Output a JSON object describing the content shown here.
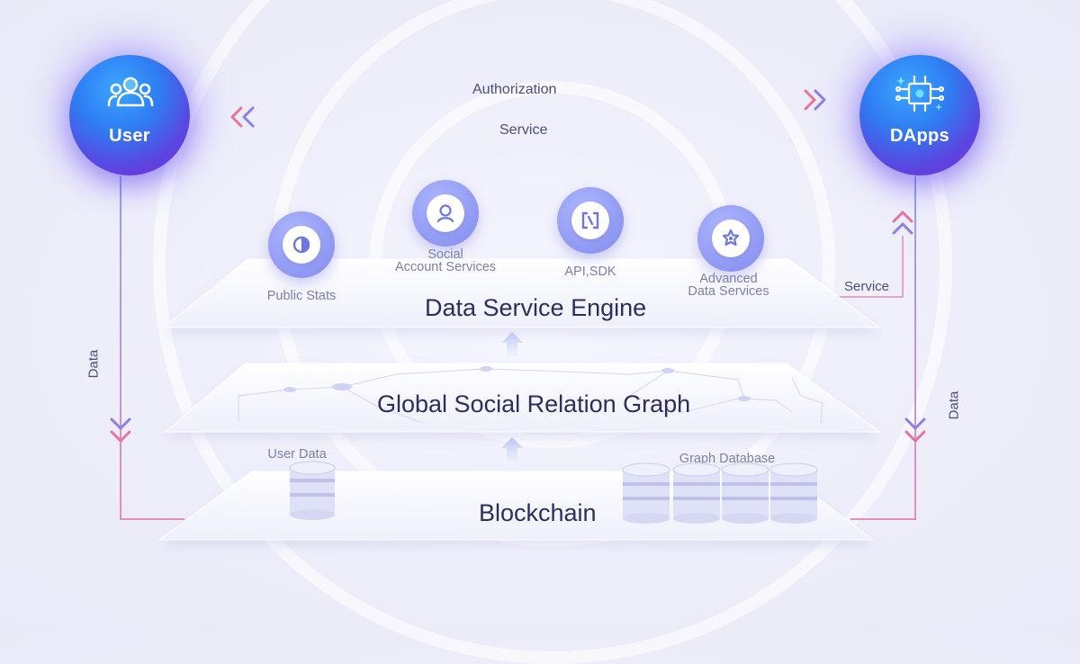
{
  "nodes": {
    "user": {
      "label": "User",
      "icon": "users-icon"
    },
    "dapps": {
      "label": "DApps",
      "icon": "circuit-chip-icon"
    }
  },
  "arrows": {
    "authorization": "Authorization",
    "service_top": "Service",
    "service_right": "Service",
    "data_left": "Data",
    "data_right": "Data"
  },
  "layers": {
    "data_service_engine": "Data Service Engine",
    "global_social_relation_graph": "Global Social Relation Graph",
    "blockchain": "Blockchain"
  },
  "services": [
    {
      "label": "Public Stats",
      "icon": "half-circle-icon"
    },
    {
      "label": "Social\nAccount Services",
      "icon": "user-avatar-icon"
    },
    {
      "label": "API,SDK",
      "icon": "bracket-code-icon"
    },
    {
      "label": "Advanced\nData Services",
      "icon": "star-badge-icon"
    }
  ],
  "storage": {
    "user_data": "User Data",
    "graph_database": "Graph Database"
  },
  "colors": {
    "accent_blue": "#2f7cf2",
    "accent_purple": "#7a2fd6",
    "line_pink": "#e8739c",
    "line_violet": "#8f7fe8",
    "layer_text": "#2c2f5c"
  }
}
